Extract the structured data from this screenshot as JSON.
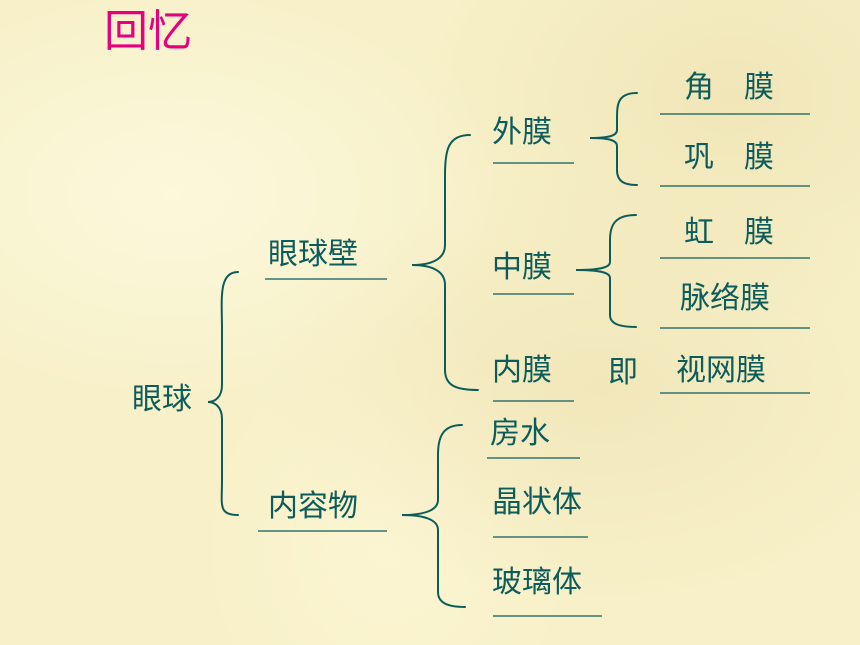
{
  "colors": {
    "title": "#e6007e",
    "text": "#0d5c5c",
    "line": "#0d5c5c",
    "background": "#f7f0c8"
  },
  "title": "回忆",
  "root": "眼球",
  "wall": {
    "label": "眼球壁",
    "outer": {
      "label": "外膜",
      "children": [
        "角　膜",
        "巩　膜"
      ]
    },
    "middle": {
      "label": "中膜",
      "children": [
        "虹　膜",
        "脉络膜"
      ]
    },
    "inner": {
      "label": "内膜",
      "connector": "即",
      "child": "视网膜"
    }
  },
  "contents": {
    "label": "内容物",
    "children": [
      "房水",
      "晶状体",
      "玻璃体"
    ]
  }
}
